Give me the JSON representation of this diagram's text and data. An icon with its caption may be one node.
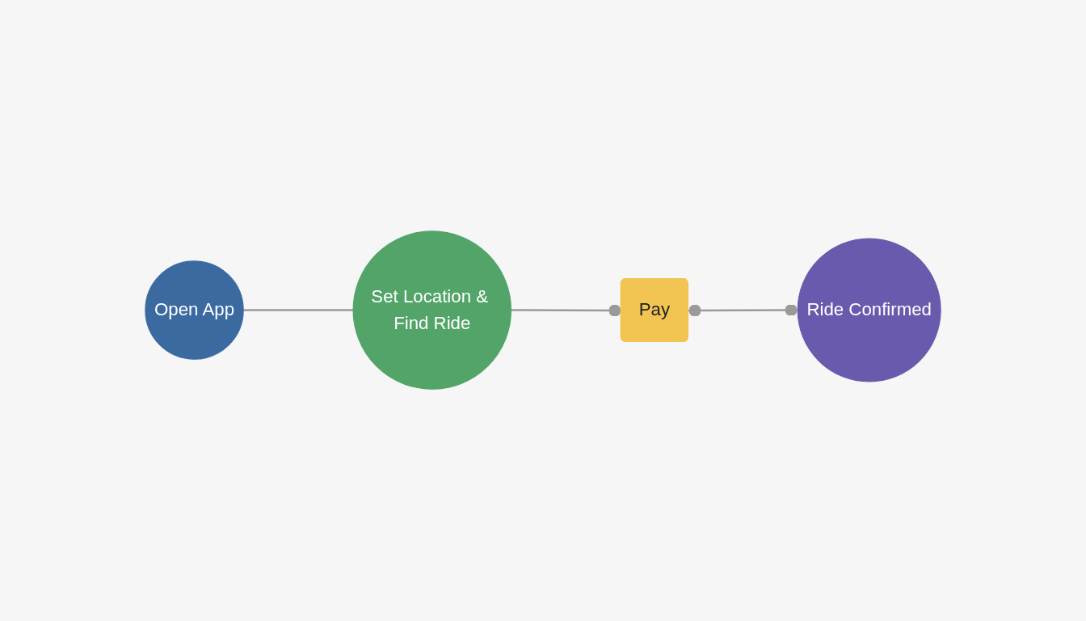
{
  "diagram": {
    "nodes": [
      {
        "text": [
          "Open App"
        ]
      },
      {
        "text": [
          "Set Location & Find Ride"
        ]
      },
      {
        "text": [
          "Pay"
        ]
      },
      {
        "text": [
          "Ride Confirmed"
        ]
      }
    ],
    "edges": [
      {
        "from": 0,
        "to": 1,
        "arrow": "none"
      },
      {
        "from": 1,
        "to": 2,
        "arrow": "other"
      },
      {
        "from": 2,
        "to": 3,
        "arrow": "other"
      }
    ]
  }
}
